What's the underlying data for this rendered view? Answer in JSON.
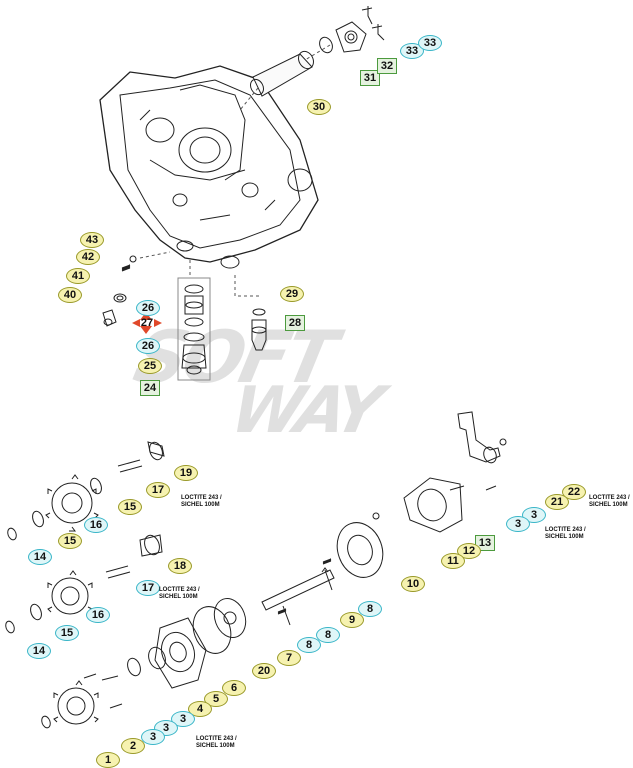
{
  "diagram": {
    "watermark": [
      "SOFT",
      "WAY"
    ],
    "callouts": [
      {
        "id": "c43",
        "label": "43",
        "style": "yellow"
      },
      {
        "id": "c42",
        "label": "42",
        "style": "yellow"
      },
      {
        "id": "c41",
        "label": "41",
        "style": "yellow"
      },
      {
        "id": "c40",
        "label": "40",
        "style": "yellow"
      },
      {
        "id": "c26a",
        "label": "26",
        "style": "cyan"
      },
      {
        "id": "c27",
        "label": "27",
        "style": "red"
      },
      {
        "id": "c26b",
        "label": "26",
        "style": "cyan"
      },
      {
        "id": "c25",
        "label": "25",
        "style": "yellow"
      },
      {
        "id": "c24",
        "label": "24",
        "style": "green"
      },
      {
        "id": "c29",
        "label": "29",
        "style": "yellow"
      },
      {
        "id": "c28",
        "label": "28",
        "style": "green"
      },
      {
        "id": "c30",
        "label": "30",
        "style": "yellow"
      },
      {
        "id": "c31",
        "label": "31",
        "style": "green"
      },
      {
        "id": "c32",
        "label": "32",
        "style": "green"
      },
      {
        "id": "c33a",
        "label": "33",
        "style": "cyan"
      },
      {
        "id": "c33b",
        "label": "33",
        "style": "cyan"
      },
      {
        "id": "c19",
        "label": "19",
        "style": "yellow"
      },
      {
        "id": "c17a",
        "label": "17",
        "style": "yellow"
      },
      {
        "id": "c15a",
        "label": "15",
        "style": "yellow"
      },
      {
        "id": "c16a",
        "label": "16",
        "style": "cyan"
      },
      {
        "id": "c15b",
        "label": "15",
        "style": "yellow"
      },
      {
        "id": "c14a",
        "label": "14",
        "style": "cyan"
      },
      {
        "id": "c18",
        "label": "18",
        "style": "yellow"
      },
      {
        "id": "c17b",
        "label": "17",
        "style": "cyan"
      },
      {
        "id": "c16b",
        "label": "16",
        "style": "cyan"
      },
      {
        "id": "c15c",
        "label": "15",
        "style": "cyan"
      },
      {
        "id": "c14b",
        "label": "14",
        "style": "cyan"
      },
      {
        "id": "c22",
        "label": "22",
        "style": "yellow"
      },
      {
        "id": "c21",
        "label": "21",
        "style": "yellow"
      },
      {
        "id": "c3a",
        "label": "3",
        "style": "cyan"
      },
      {
        "id": "c3b",
        "label": "3",
        "style": "cyan"
      },
      {
        "id": "c13",
        "label": "13",
        "style": "green"
      },
      {
        "id": "c12",
        "label": "12",
        "style": "yellow"
      },
      {
        "id": "c11",
        "label": "11",
        "style": "yellow"
      },
      {
        "id": "c10",
        "label": "10",
        "style": "yellow"
      },
      {
        "id": "c8a",
        "label": "8",
        "style": "cyan"
      },
      {
        "id": "c9",
        "label": "9",
        "style": "yellow"
      },
      {
        "id": "c8b",
        "label": "8",
        "style": "cyan"
      },
      {
        "id": "c8c",
        "label": "8",
        "style": "cyan"
      },
      {
        "id": "c7",
        "label": "7",
        "style": "yellow"
      },
      {
        "id": "c20",
        "label": "20",
        "style": "yellow"
      },
      {
        "id": "c6",
        "label": "6",
        "style": "yellow"
      },
      {
        "id": "c5",
        "label": "5",
        "style": "yellow"
      },
      {
        "id": "c4",
        "label": "4",
        "style": "yellow"
      },
      {
        "id": "c3c",
        "label": "3",
        "style": "cyan"
      },
      {
        "id": "c3d",
        "label": "3",
        "style": "cyan"
      },
      {
        "id": "c3e",
        "label": "3",
        "style": "cyan"
      },
      {
        "id": "c2",
        "label": "2",
        "style": "yellow"
      },
      {
        "id": "c1",
        "label": "1",
        "style": "yellow"
      }
    ],
    "notes": [
      {
        "id": "n1",
        "lines": [
          "LOCTITE 243 /",
          "SICHEL 100M"
        ]
      },
      {
        "id": "n2",
        "lines": [
          "LOCTITE 243 /",
          "SICHEL 100M"
        ]
      },
      {
        "id": "n3",
        "lines": [
          "LOCTITE 243 /",
          "SICHEL 100M"
        ]
      },
      {
        "id": "n4",
        "lines": [
          "LOCTITE 243 /",
          "SICHEL 100M"
        ]
      },
      {
        "id": "n5",
        "lines": [
          "LOCTITE 243 /",
          "SICHEL 100M"
        ]
      }
    ]
  }
}
